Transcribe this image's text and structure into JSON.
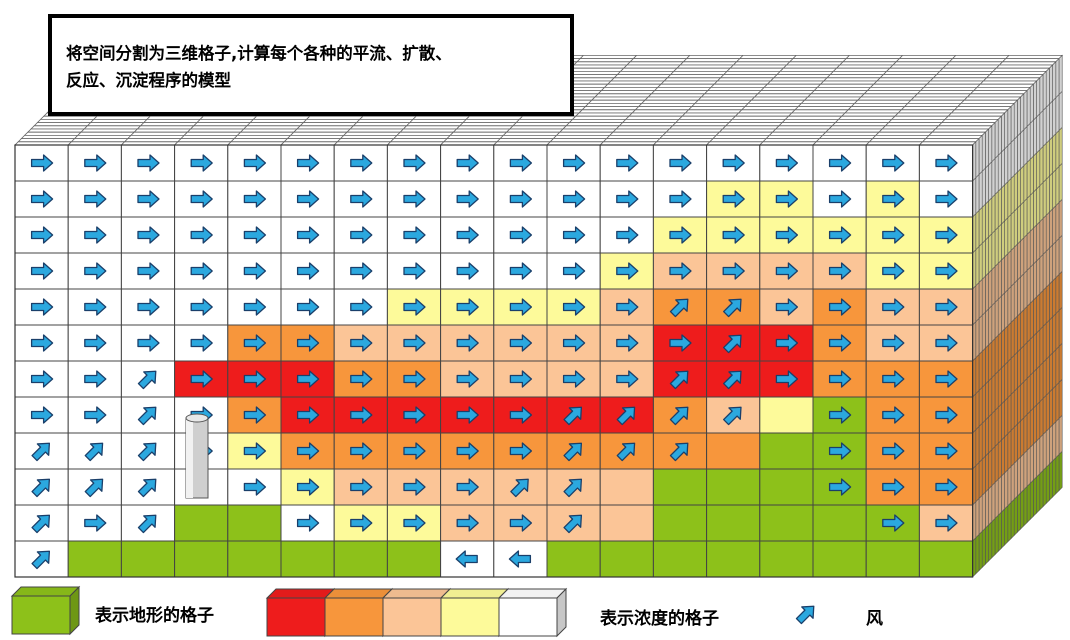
{
  "title": {
    "line1": "将空间分割为三维格子,计算每个各种的平流、扩散、",
    "line2": "反应、沉淀程序的模型"
  },
  "legend": {
    "terrain_label": "表示地形的格子",
    "concentration_label": "表示浓度的格子",
    "wind_label": "风"
  },
  "colors": {
    "terrain": "#8dc11a",
    "concentration_levels": [
      "#ee1c1c",
      "#f7963c",
      "#fbc597",
      "#fdfa9a",
      "#ffffff"
    ],
    "wind_arrow": "#2ba8df",
    "grid_line": "#555555"
  },
  "grid": {
    "legend_codes": "0 = terrain, 1 = red, 2 = orange, 3 = peach, 4 = yellow, 5 = white",
    "cells": [
      "555555555555555555",
      "555555555555544545",
      "555555555555444444",
      "555555555554333344",
      "555555544443223233",
      "555522333333111233",
      "555111223333111222",
      "555521111111234022",
      "555542222222220022",
      "555554333333000022",
      "555005443333000003",
      "500000005500000000"
    ],
    "arrows": [
      "EEEEEEEEEEEEEEEEEE",
      "EEEEEEEEEEEEEEEEEE",
      "EEEEEEEEEEEEEEEEEE",
      "EEEEEEEEEEEEEEEEEE",
      "EEEEEEEEEEEENNEEEE",
      "EEEEEEEEEEEEENEEEE",
      "EENEEEEEEEEENNEEEE",
      "EENEEEEEEENNNN.EEE",
      "NNNEEEEEEENNN..EEE",
      "NNN.EEEEENN....EEE",
      "NEN..EEEEEN.....EE",
      "N.......WW........"
    ]
  }
}
